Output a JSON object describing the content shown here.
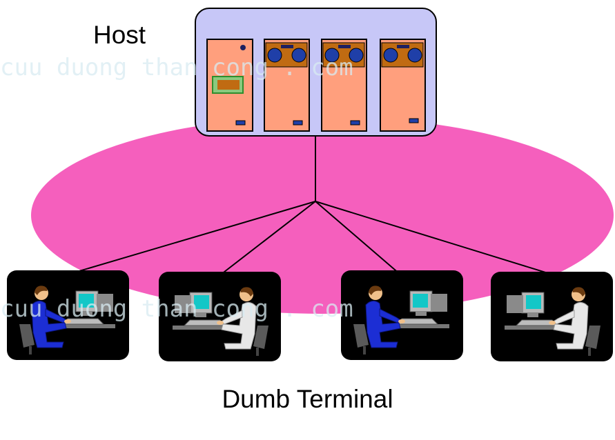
{
  "host": {
    "label": "Host"
  },
  "terminals": {
    "label": "Dumb Terminal",
    "items": [
      {
        "figure": "blue-operator",
        "seat_side": "left"
      },
      {
        "figure": "white-operator",
        "seat_side": "right"
      },
      {
        "figure": "blue-operator",
        "seat_side": "left"
      },
      {
        "figure": "white-operator",
        "seat_side": "right"
      }
    ]
  },
  "watermark": {
    "text": "cuu duong than cong . com"
  },
  "colors": {
    "network": "#f55fbd",
    "host_panel": "#c7c7f7",
    "cabinet": "#ff9f7d",
    "reel_plate": "#c06b12",
    "reel": "#1f3fa8",
    "terminal_bg": "#000000",
    "screen": "#13c7c7",
    "operator_blue": "#1c2ed4",
    "operator_white": "#e7e7e7"
  }
}
